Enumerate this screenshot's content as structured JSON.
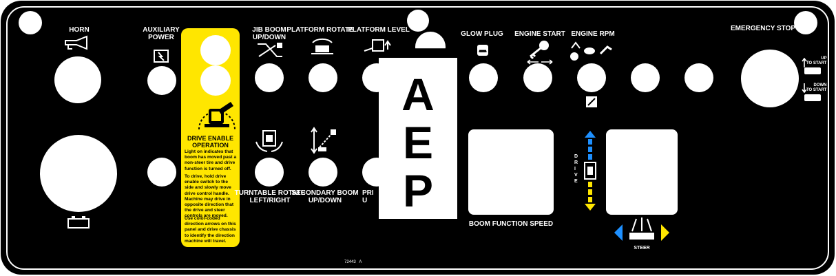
{
  "colors": {
    "panel": "#000000",
    "warning": "#ffe600",
    "up_arrow": "#1e90ff",
    "down_arrow": "#ffe600"
  },
  "labels": {
    "horn": "HORN",
    "auxiliary_power": "AUXILIARY\nPOWER",
    "jib_boom": "JIB BOOM\nUP/DOWN",
    "platform_rotate": "PLATFORM ROTATE",
    "platform_level": "PLATFORM LEVEL",
    "glow_plug": "GLOW PLUG",
    "engine_start": "ENGINE START",
    "engine_rpm": "ENGINE RPM",
    "emergency_stop": "EMERGENCY STOP",
    "turntable_rotate": "TURNTABLE ROTATE\nLEFT/RIGHT",
    "secondary_boom": "SECONDARY BOOM\nUP/DOWN",
    "primary_boom": "PRI\nU",
    "boom_function_speed": "BOOM FUNCTION SPEED",
    "drive": "D\nR\nI\nV\nE",
    "steer": "STEER",
    "up_to_start": "UP\nTO START",
    "down_to_start": "DOWN\nTO START",
    "part_number": "72443   A"
  },
  "warning_panel": {
    "title": "DRIVE ENABLE\nOPERATION",
    "p1": "Light on indicates that boom has moved past a non-steer tire and drive function is turned off.",
    "p2": "To drive, hold drive enable switch to the side and slowly move drive control handle. Machine may drive in opposite direction that the drive and steer controls are moved.",
    "p3": "Use color-coded direction arrows on this panel and drive chassis to identify the direction machine will travel."
  },
  "aep": [
    "A",
    "E",
    "P"
  ]
}
